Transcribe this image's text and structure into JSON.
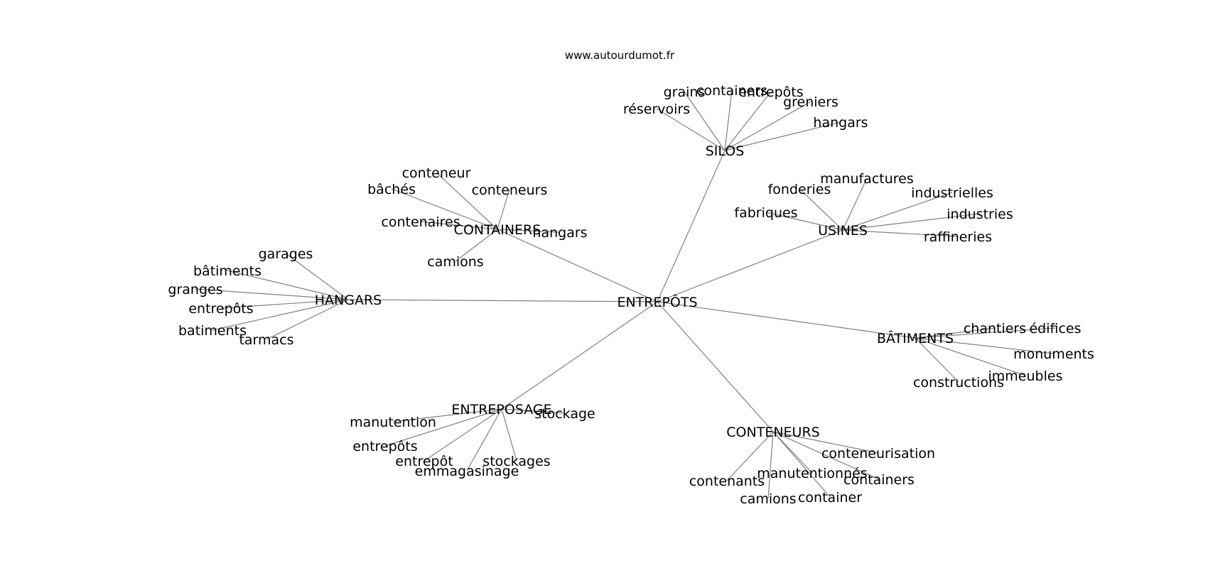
{
  "credit": "www.autourdumot.fr",
  "graph": {
    "center": "ENTREPÔTS",
    "clusters": [
      {
        "hub": "SILOS",
        "words": [
          "grains",
          "containers",
          "entrepôts",
          "réservoirs",
          "greniers",
          "hangars"
        ]
      },
      {
        "hub": "CONTAINERS",
        "words": [
          "conteneur",
          "bâchés",
          "conteneurs",
          "contenaires",
          "hangars",
          "camions"
        ]
      },
      {
        "hub": "USINES",
        "words": [
          "manufactures",
          "fonderies",
          "industrielles",
          "fabriques",
          "industries",
          "raffineries"
        ]
      },
      {
        "hub": "HANGARS",
        "words": [
          "garages",
          "bâtiments",
          "granges",
          "entrepôts",
          "batiments",
          "tarmacs"
        ]
      },
      {
        "hub": "BÂTIMENTS",
        "words": [
          "chantiers",
          "édifices",
          "monuments",
          "immeubles",
          "constructions"
        ]
      },
      {
        "hub": "ENTREPOSAGE",
        "words": [
          "manutention",
          "stockage",
          "entrepôts",
          "entrepôt",
          "stockages",
          "emmagasinage"
        ]
      },
      {
        "hub": "CONTENEURS",
        "words": [
          "conteneurisation",
          "contenants",
          "manutentionnés",
          "containers",
          "camions",
          "container"
        ]
      }
    ]
  }
}
